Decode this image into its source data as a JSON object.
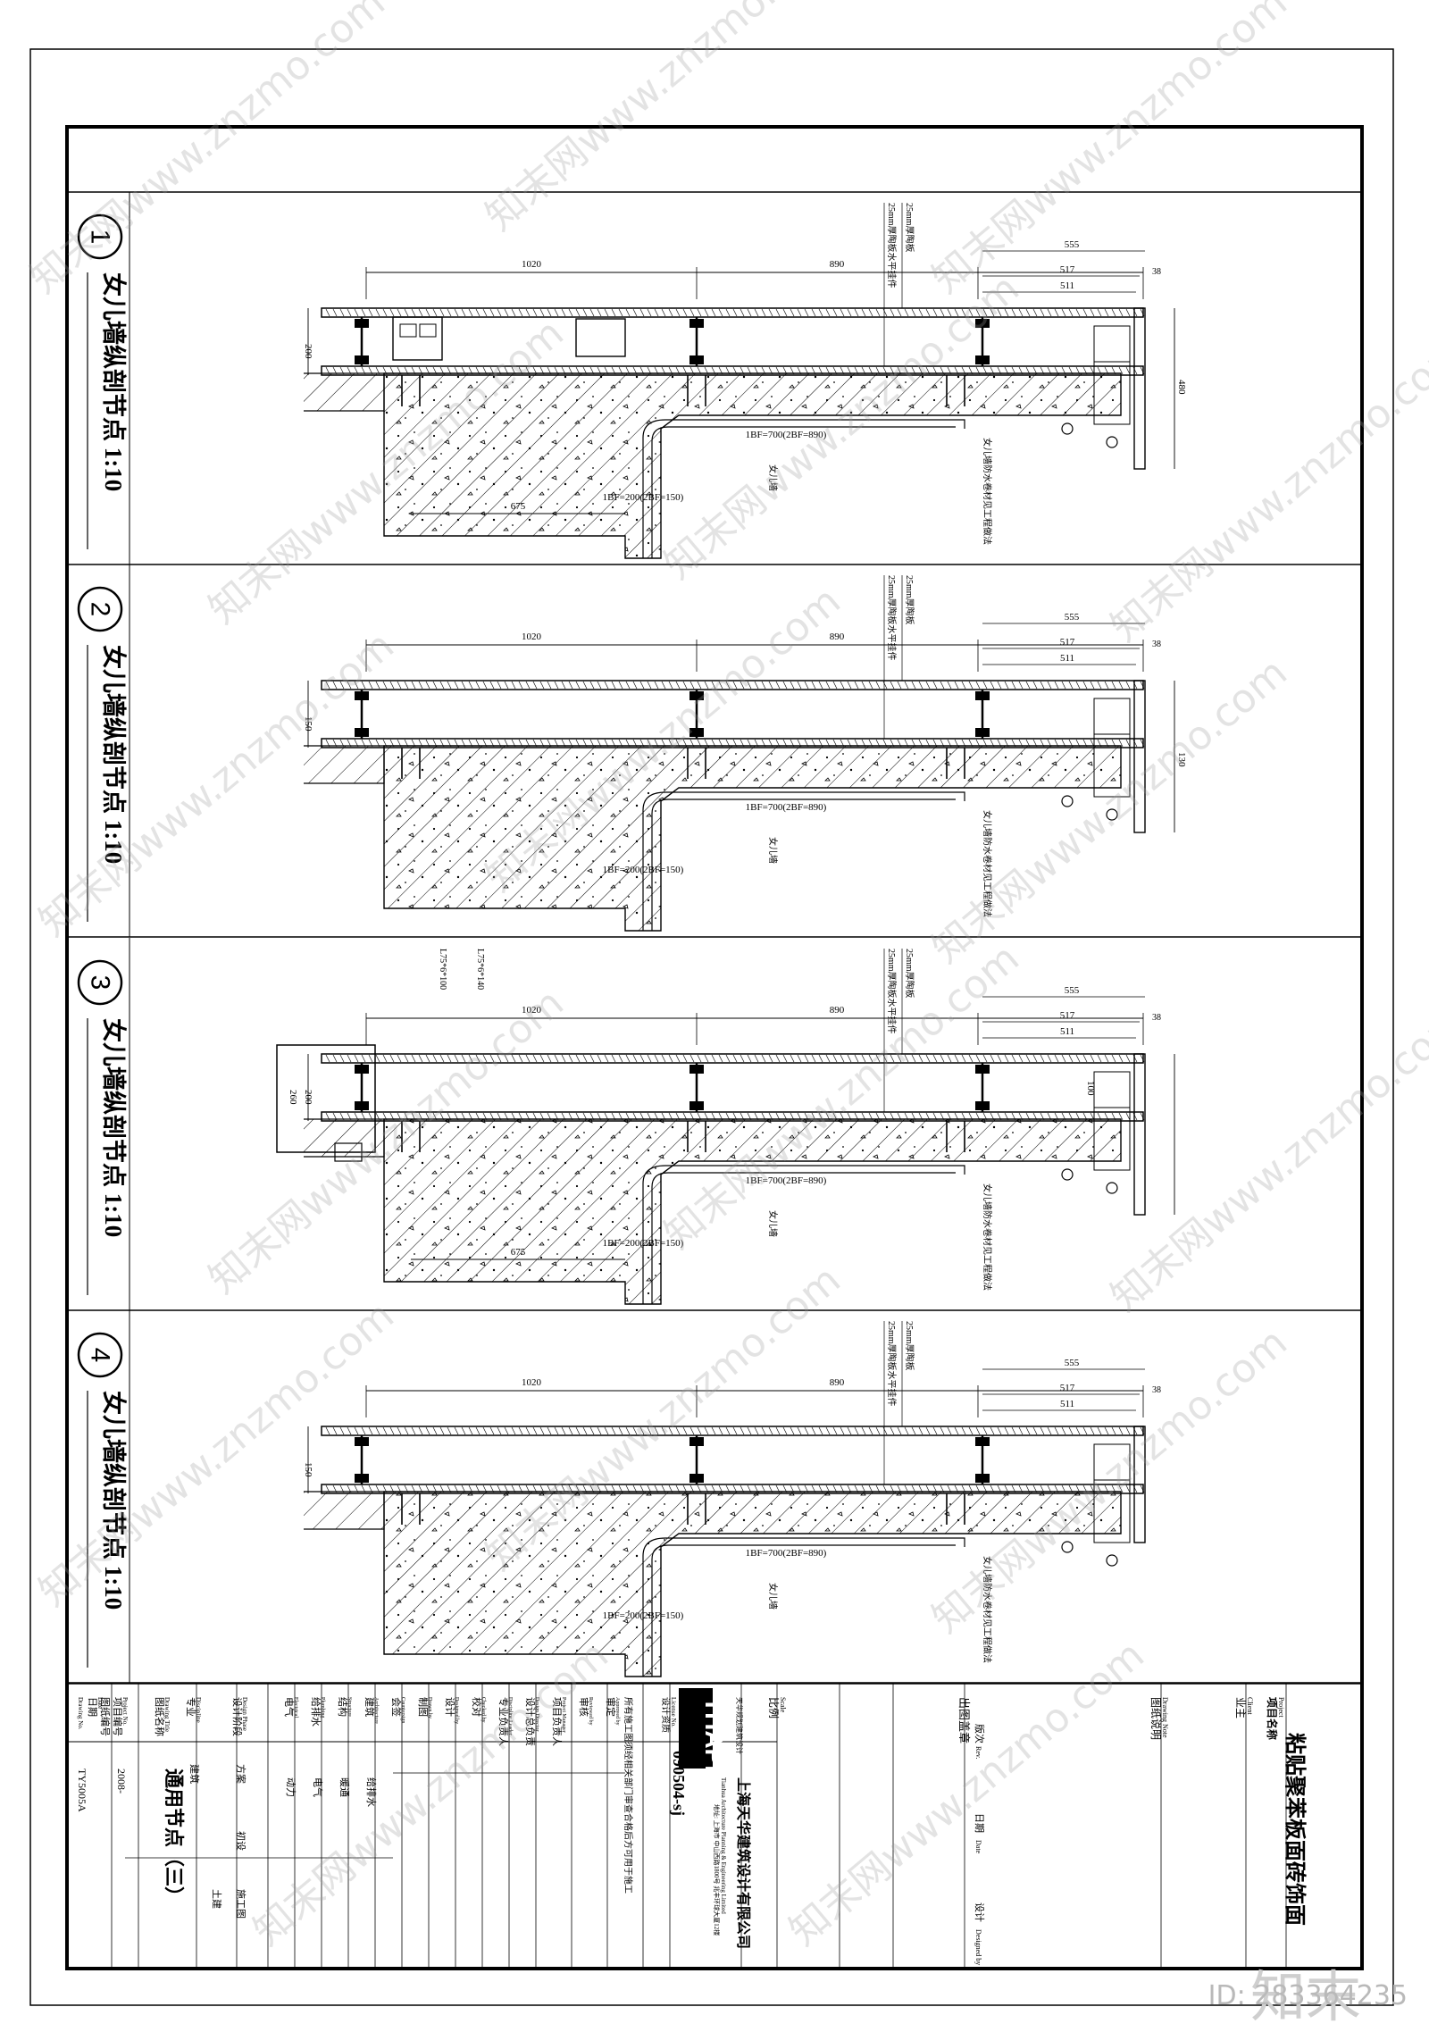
{
  "drawing": {
    "sections": [
      {
        "num": "1",
        "title": "女儿墙纵剖节点 1:10",
        "dims_top": [
          "1020",
          "890",
          "555",
          "517",
          "511",
          "38"
        ],
        "dims_side": [
          "200",
          "480"
        ],
        "dim_bottom": "675",
        "notes": [
          "25mm厚陶板",
          "25mm厚陶板水平挂件",
          "1BF=700(2BF=890)",
          "1BF=200(2BF=150)",
          "女儿墙",
          "女儿墙防水卷材见工程做法"
        ]
      },
      {
        "num": "2",
        "title": "女儿墙纵剖节点 1:10",
        "dims_top": [
          "1020",
          "890",
          "555",
          "517",
          "511",
          "38"
        ],
        "dims_side": [
          "150",
          "130"
        ],
        "dim_bottom": "",
        "notes": [
          "25mm厚陶板",
          "25mm厚陶板水平挂件",
          "1BF=700(2BF=890)",
          "1BF=200(2BF=150)",
          "女儿墙",
          "女儿墙防水卷材见工程做法"
        ]
      },
      {
        "num": "3",
        "title": "女儿墙纵剖节点 1:10",
        "dims_top": [
          "1020",
          "890",
          "555",
          "517",
          "511",
          "38"
        ],
        "dims_side": [
          "200",
          "260",
          "100"
        ],
        "dim_bottom": "675",
        "notes": [
          "L75*6*100",
          "L75*6*140",
          "25mm厚陶板",
          "25mm厚陶板水平挂件",
          "1BF=700(2BF=890)",
          "1BF=200(2BF=150)",
          "女儿墙",
          "女儿墙防水卷材见工程做法"
        ]
      },
      {
        "num": "4",
        "title": "女儿墙纵剖节点 1:10",
        "dims_top": [
          "1020",
          "890",
          "555",
          "517",
          "511",
          "38"
        ],
        "dims_side": [
          "150"
        ],
        "dim_bottom": "",
        "notes": [
          "25mm厚陶板",
          "25mm厚陶板水平挂件",
          "1BF=700(2BF=890)",
          "1BF=200(2BF=150)",
          "女儿墙",
          "女儿墙防水卷材见工程做法"
        ]
      }
    ]
  },
  "title_block": {
    "project_name_label": "项目名称",
    "project_name_label_en": "Project",
    "project_title": "粘贴聚苯板面砖饰面",
    "client_label": "业主",
    "client_label_en": "Client",
    "drawing_desc_label": "图纸说明",
    "drawing_desc_en": "Drawing Note",
    "stamp_label": "出图盖章",
    "revision_label": "版次",
    "revision_en": "Rev.",
    "date_label": "日期",
    "date_en": "Date",
    "design_label": "设计",
    "design_en": "Designed by",
    "scale_label": "比例",
    "scale_en": "Scale",
    "company_cn": "上海天华建筑设计有限公司",
    "company_en": "Tianhua Architecture Planning & Engineering Limited",
    "logo": "THAPE",
    "company_motto": "天华规划建筑设计",
    "license_label": "设计资质",
    "license_en": "License No.",
    "license_no": "090504-sj",
    "address": "地址: 上海市 中山西路1800号 兆丰环球大厦12楼",
    "note": "所有施工图须经相关部门审查合格后方可用于施工",
    "roles": [
      {
        "cn": "审定",
        "en": "Approved by",
        "val": ""
      },
      {
        "cn": "审核",
        "en": "Reviewed by",
        "val": ""
      },
      {
        "cn": "项目负责人",
        "en": "Project Manager",
        "val": ""
      },
      {
        "cn": "设计总负责",
        "en": "Design Director",
        "val": ""
      },
      {
        "cn": "专业负责人",
        "en": "Discipline Leader",
        "val": ""
      },
      {
        "cn": "校对",
        "en": "Checked by",
        "val": ""
      },
      {
        "cn": "设计",
        "en": "Designed by",
        "val": ""
      },
      {
        "cn": "制图",
        "en": "Drawn by",
        "val": ""
      }
    ],
    "disciplines": [
      {
        "cn": "会签",
        "en": "Countersign",
        "val": ""
      },
      {
        "cn": "建筑",
        "en": "Architecture",
        "val": "给排水"
      },
      {
        "cn": "结构",
        "en": "Structure",
        "val": "暖通"
      },
      {
        "cn": "给排水",
        "en": "Plumbing",
        "val": "电气"
      },
      {
        "cn": "电气",
        "en": "Electrical",
        "val": "动力"
      }
    ],
    "stage_label": "设计阶段",
    "stage_en": "Design Phase",
    "stage_values": [
      "方案",
      "初设",
      "施工图"
    ],
    "discipline_label": "专业",
    "discipline_en": "Discipline",
    "discipline_value": "建筑",
    "sheet_name_label": "图纸名称",
    "sheet_name_en": "Drawing Title",
    "sheet_name": "通用节点（三）",
    "project_no_label": "项目编号",
    "project_no_en": "Project No.",
    "project_no": "2008-",
    "date_label2": "日期",
    "date_en2": "Date",
    "sheet_no_label": "图纸编号",
    "sheet_no_en": "Drawing No.",
    "sheet_no": "TY5005A",
    "civil_label": "土建"
  },
  "watermark": {
    "text": "知末网www.znzmo.com",
    "logo": "知末",
    "id": "ID: 283364235"
  }
}
